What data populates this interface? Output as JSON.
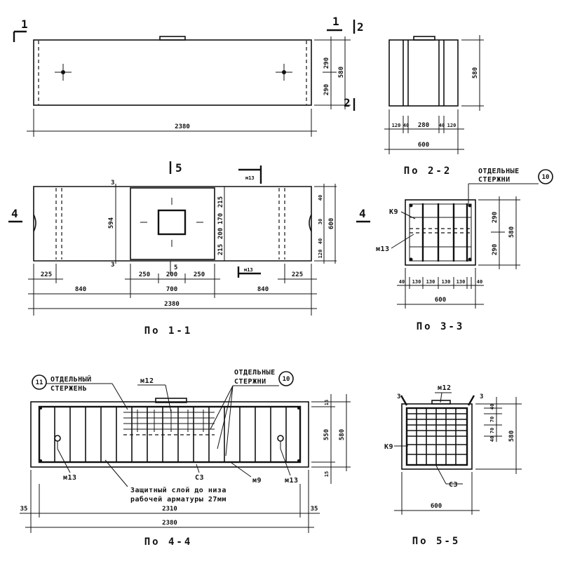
{
  "views": {
    "elevation": {
      "section_mark_left": "1",
      "section_mark_right_top": "1",
      "section_mark_right_side": "2",
      "section_mark_right_bottom": "2",
      "dim_total": "2380",
      "dim_v_upper": "290",
      "dim_v_lower": "290",
      "dim_v_total": "580"
    },
    "view_2_2": {
      "title": "По 2-2",
      "dim_h_parts": [
        "120",
        "40",
        "280",
        "40",
        "120"
      ],
      "dim_total": "600",
      "dim_v_total": "580"
    },
    "view_1_1": {
      "title": "По 1-1",
      "section_mark_top": "5",
      "section_mark_bottom": "5",
      "side_mark_left": "4",
      "side_mark_right": "4",
      "label_top_right": "м13",
      "label_bottom_right": "м13",
      "dim_v_inner": "594",
      "dim_v_right_parts": [
        "215",
        "170",
        "200",
        "215"
      ],
      "dim_v_far_right_parts": [
        "40",
        "30",
        "40",
        "120"
      ],
      "dim_v_total": "600",
      "dim_edge_left": "225",
      "dim_edge_right": "225",
      "dim_center_parts": [
        "250",
        "200",
        "250"
      ],
      "dim_side_left": "840",
      "dim_center": "700",
      "dim_side_right": "840",
      "dim_total": "2380",
      "mark_3a": "3",
      "mark_3b": "3"
    },
    "view_3_3": {
      "title": "По 3-3",
      "callout_text_line1": "ОТДЕЛЬНЫЕ",
      "callout_text_line2": "СТЕРЖНИ",
      "callout_number": "10",
      "label_k9": "К9",
      "label_m13": "м13",
      "dim_h_parts": [
        "40",
        "130",
        "130",
        "130",
        "130",
        "40"
      ],
      "dim_total": "600",
      "dim_v_upper": "290",
      "dim_v_lower": "290",
      "dim_v_total": "580"
    },
    "view_4_4": {
      "title": "По 4-4",
      "callout_left_number": "11",
      "callout_left_line1": "ОТДЕЛЬНЫЙ",
      "callout_left_line2": "СТЕРЖЕНЬ",
      "callout_right_number": "10",
      "callout_right_line1": "ОТДЕЛЬНЫЕ",
      "callout_right_line2": "СТЕРЖНИ",
      "label_m12": "м12",
      "label_m13_left": "м13",
      "label_m13_right": "м13",
      "label_c3": "С3",
      "label_m9": "м9",
      "note_line1": "Защитный слой до низа",
      "note_line2": "рабочей арматуры 27мм",
      "dim_v_top": "15",
      "dim_v_mid": "550",
      "dim_v_bottom": "15",
      "dim_v_total": "580",
      "dim_left_offset": "35",
      "dim_right_offset": "35",
      "dim_inner": "2310",
      "dim_total": "2380"
    },
    "view_5_5": {
      "title": "По 5-5",
      "label_m12": "м12",
      "label_k9": "К9",
      "label_c3": "С3",
      "mark_3a": "3",
      "mark_3b": "3",
      "dim_v_top_parts": [
        "40",
        "70",
        "70",
        "40"
      ],
      "dim_v_total": "580",
      "dim_total": "600"
    }
  }
}
